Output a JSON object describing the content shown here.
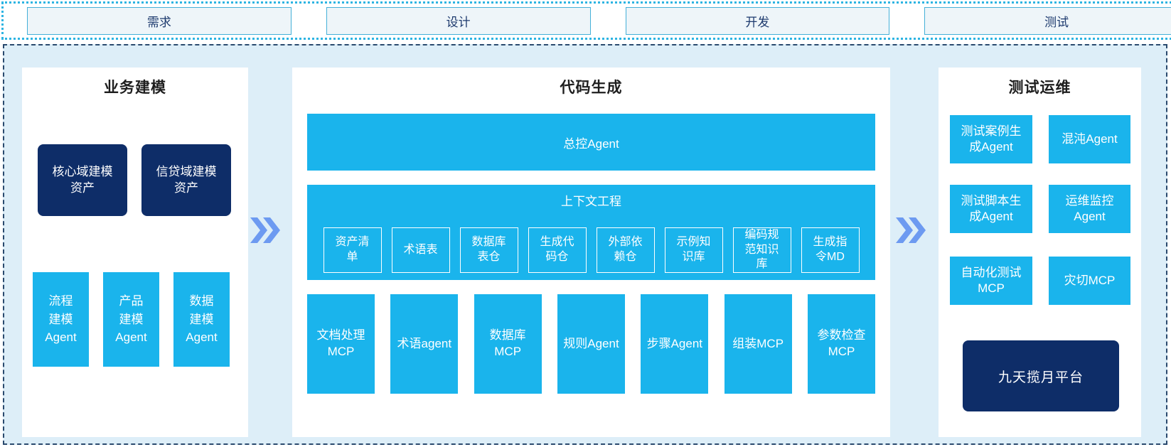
{
  "palette": {
    "cyan": "#1ab4ec",
    "navy": "#0e2d68",
    "container_bg": "#ddeef8",
    "container_border": "#2a4a6e",
    "top_dotted_border": "#2db4e2",
    "phase_box_bg": "#eef5f9",
    "phase_box_border": "#45b0d8",
    "phase_text": "#1d3a6e",
    "chevron": "#6d9af1",
    "title_text": "#1e1e1e"
  },
  "phases": {
    "items": [
      {
        "label": "需求"
      },
      {
        "label": "设计"
      },
      {
        "label": "开发"
      },
      {
        "label": "测试"
      }
    ]
  },
  "business": {
    "title": "业务建模",
    "assets": [
      {
        "label": "核心域建模\n资产"
      },
      {
        "label": "信贷域建模\n资产"
      }
    ],
    "agents": [
      {
        "label": "流程\n建模\nAgent"
      },
      {
        "label": "产品\n建模\nAgent"
      },
      {
        "label": "数据\n建模\nAgent"
      }
    ]
  },
  "codegen": {
    "title": "代码生成",
    "master_agent": "总控Agent",
    "context": {
      "title": "上下文工程",
      "items": [
        {
          "label": "资产清\n单"
        },
        {
          "label": "术语表"
        },
        {
          "label": "数据库\n表仓"
        },
        {
          "label": "生成代\n码仓"
        },
        {
          "label": "外部依\n赖仓"
        },
        {
          "label": "示例知\n识库"
        },
        {
          "label": "编码规\n范知识\n库"
        },
        {
          "label": "生成指\n令MD"
        }
      ]
    },
    "workers": [
      {
        "label": "文档处理\nMCP"
      },
      {
        "label": "术语agent"
      },
      {
        "label": "数据库\nMCP"
      },
      {
        "label": "规则Agent"
      },
      {
        "label": "步骤Agent"
      },
      {
        "label": "组装MCP"
      },
      {
        "label": "参数检查\nMCP"
      }
    ]
  },
  "testops": {
    "title": "测试运维",
    "boxes": [
      {
        "label": "测试案例生\n成Agent"
      },
      {
        "label": "混沌Agent"
      },
      {
        "label": "测试脚本生\n成Agent"
      },
      {
        "label": "运维监控\nAgent"
      },
      {
        "label": "自动化测试\nMCP"
      },
      {
        "label": "灾切MCP"
      }
    ],
    "platform": "九天揽月平台"
  }
}
